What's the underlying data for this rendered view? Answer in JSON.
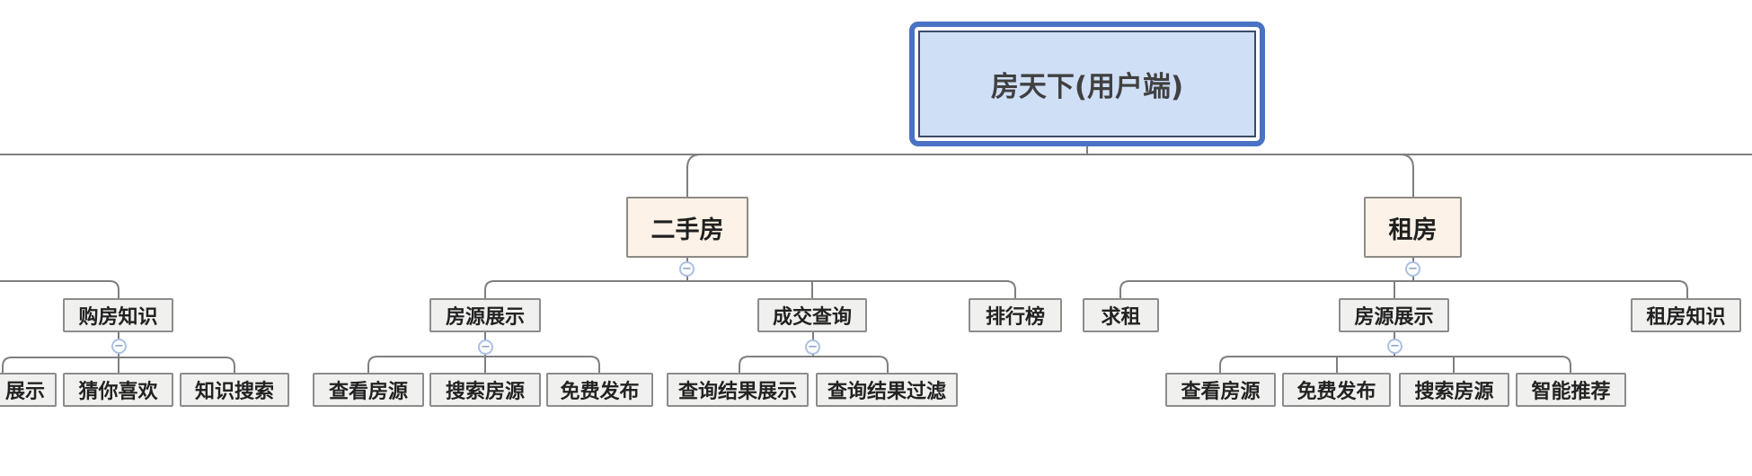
{
  "tree": {
    "root": "房天下(用户端)",
    "left_branch": {
      "label": "购房知识",
      "children": [
        "展示",
        "猜你喜欢",
        "知识搜索"
      ]
    },
    "branches": [
      {
        "label": "二手房",
        "children": [
          {
            "label": "房源展示",
            "children": [
              "查看房源",
              "搜索房源",
              "免费发布"
            ]
          },
          {
            "label": "成交查询",
            "children": [
              "查询结果展示",
              "查询结果过滤"
            ]
          },
          {
            "label": "排行榜",
            "children": []
          }
        ]
      },
      {
        "label": "租房",
        "children": [
          {
            "label": "求租",
            "children": []
          },
          {
            "label": "房源展示",
            "children": [
              "查看房源",
              "免费发布",
              "搜索房源",
              "智能推荐"
            ]
          },
          {
            "label": "租房知识",
            "children": []
          }
        ]
      }
    ]
  },
  "icons": {
    "collapse": "−"
  },
  "colors": {
    "selection_ring": "#4a72c4",
    "root_fill": "#cfdff6",
    "root_border": "#3c4a68",
    "branch_fill": "#fcf2e8",
    "node_fill": "#f0f0ee",
    "node_border": "#8c8c8c",
    "connector": "#7f7f7f",
    "collapse_blue": "#abc0e2"
  }
}
